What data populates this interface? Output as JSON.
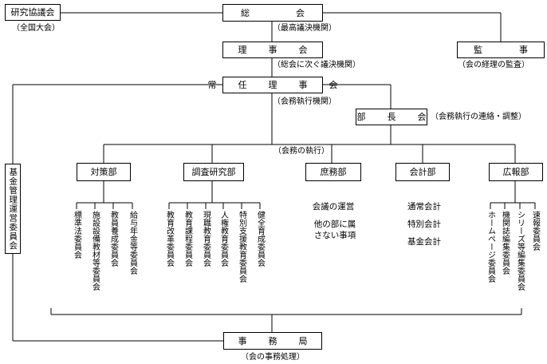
{
  "top": {
    "kenkyu": "研究協議会",
    "kenkyu_note": "（全国大会）",
    "sokai": "総　　会",
    "sokai_note": "（最高議決機関）",
    "kanji": "監　　事",
    "kanji_note": "（会の経理の監査）",
    "rijikai": "理　事　会",
    "rijikai_note": "（総会に次ぐ議決機関）",
    "joninrijikai": "常　任　理　事　会",
    "joninrijikai_note": "（会務執行機関）",
    "buchokai": "部　長　会",
    "buchokai_note": "（会務執行の連絡・調整）",
    "shikko_note": "（会務の執行）"
  },
  "kikin": "基金管理運営委員会",
  "departments": {
    "taisaku": {
      "label": "対策部",
      "items": [
        "標準法委員会",
        "施設設備教材等委員会",
        "教員養成委員会",
        "給与年金等委員会"
      ]
    },
    "chosa": {
      "label": "調査研究部",
      "items": [
        "教育改革委員会",
        "教育課程委員会",
        "現職教育委員会",
        "人権教育委員会",
        "特別支援教育委員会",
        "健全育成委員会"
      ]
    },
    "shomu": {
      "label": "庶務部",
      "items": [
        "会議の運営",
        "他の部に属",
        "さない事項"
      ]
    },
    "kaikei": {
      "label": "会計部",
      "items": [
        "通常会計",
        "特別会計",
        "基金会計"
      ]
    },
    "koho": {
      "label": "広報部",
      "items": [
        "ホームページ委員会",
        "機関誌編集委員会",
        "シリーズ等編集委員会",
        "速報委員会"
      ]
    }
  },
  "jimukyoku": "事　務　局",
  "jimukyoku_note": "（会の事務処理）"
}
